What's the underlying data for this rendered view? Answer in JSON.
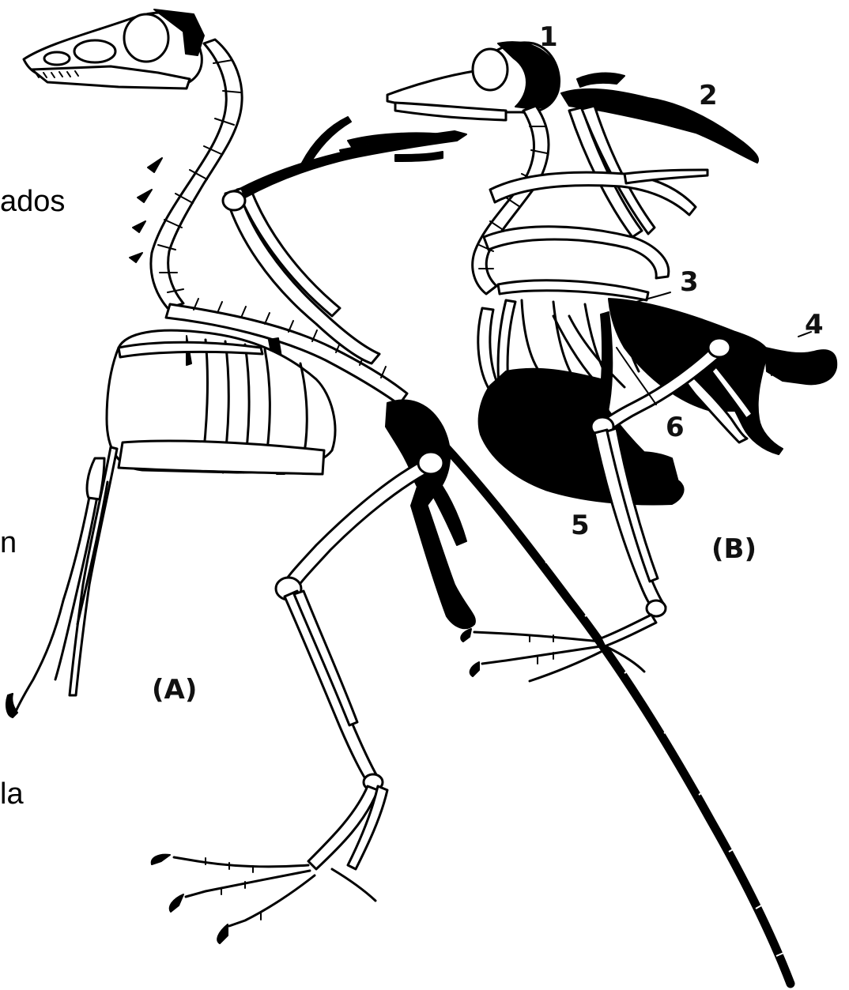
{
  "side_fragments": [
    "ados",
    "n",
    "la"
  ],
  "labels": {
    "n1": "1",
    "n2": "2",
    "n3": "3",
    "n4": "4",
    "n5": "5",
    "n6": "6"
  },
  "panels": {
    "a": "(A)",
    "b": "(B)"
  }
}
